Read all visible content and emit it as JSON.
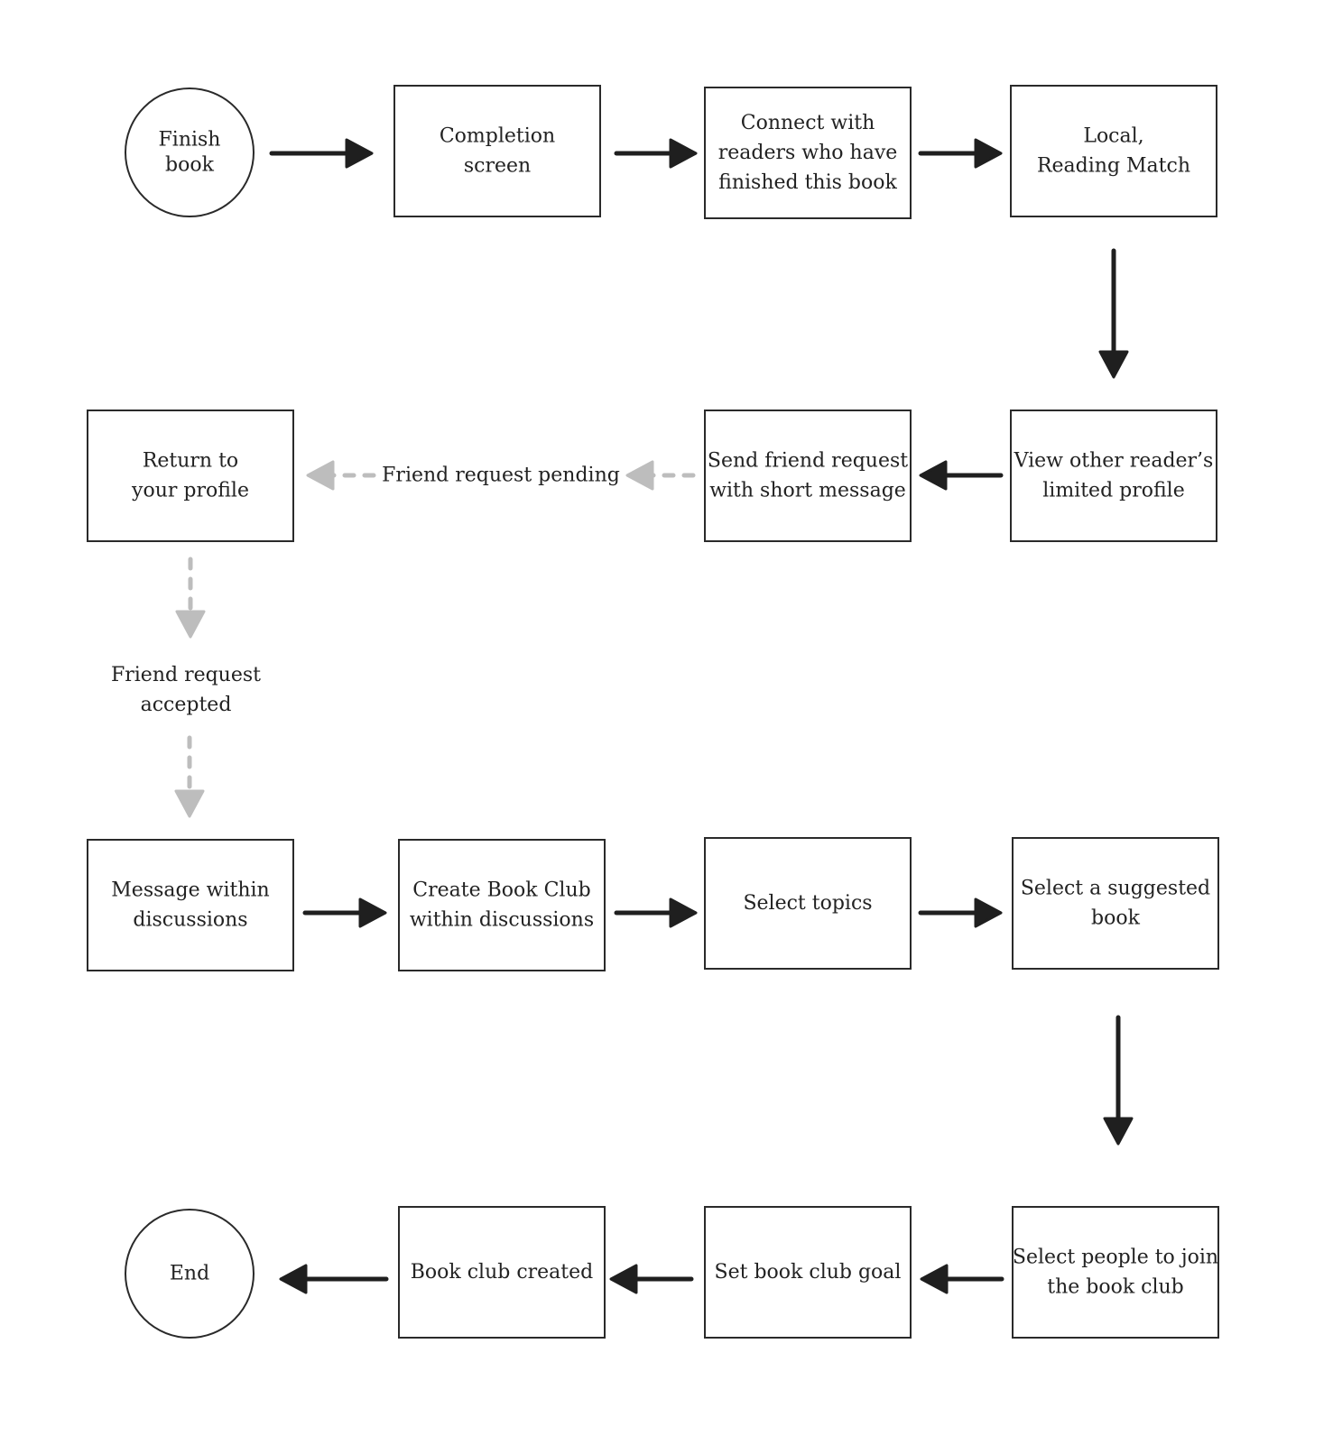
{
  "diagram": {
    "nodes": [
      {
        "id": "finish-book",
        "shape": "circle",
        "lines": [
          "Finish",
          "book"
        ]
      },
      {
        "id": "completion-screen",
        "shape": "rect",
        "lines": [
          "Completion",
          "screen"
        ]
      },
      {
        "id": "connect-readers",
        "shape": "rect",
        "lines": [
          "Connect with",
          "readers who have",
          "finished this book"
        ]
      },
      {
        "id": "local-reading-match",
        "shape": "rect",
        "lines": [
          "Local,",
          "Reading Match"
        ]
      },
      {
        "id": "view-limited-profile",
        "shape": "rect",
        "lines": [
          "View other reader’s",
          "limited profile"
        ]
      },
      {
        "id": "send-friend-request",
        "shape": "rect",
        "lines": [
          "Send friend request",
          "with short message"
        ]
      },
      {
        "id": "return-to-profile",
        "shape": "rect",
        "lines": [
          "Return to",
          "your profile"
        ]
      },
      {
        "id": "message-within-discussions",
        "shape": "rect",
        "lines": [
          "Message within",
          "discussions"
        ]
      },
      {
        "id": "create-book-club",
        "shape": "rect",
        "lines": [
          "Create Book Club",
          "within discussions"
        ]
      },
      {
        "id": "select-topics",
        "shape": "rect",
        "lines": [
          "Select topics"
        ]
      },
      {
        "id": "select-suggested-book",
        "shape": "rect",
        "lines": [
          "Select a suggested",
          "book"
        ]
      },
      {
        "id": "select-people",
        "shape": "rect",
        "lines": [
          "Select people to join",
          "the book club"
        ]
      },
      {
        "id": "set-book-club-goal",
        "shape": "rect",
        "lines": [
          "Set book club goal"
        ]
      },
      {
        "id": "book-club-created",
        "shape": "rect",
        "lines": [
          "Book club created"
        ]
      },
      {
        "id": "end",
        "shape": "circle",
        "lines": [
          "End"
        ]
      }
    ],
    "labels": [
      {
        "id": "friend-request-pending",
        "lines": [
          "Friend request pending"
        ]
      },
      {
        "id": "friend-request-accepted",
        "lines": [
          "Friend request",
          "accepted"
        ]
      }
    ],
    "edges": [
      {
        "from": "finish-book",
        "to": "completion-screen",
        "style": "solid"
      },
      {
        "from": "completion-screen",
        "to": "connect-readers",
        "style": "solid"
      },
      {
        "from": "connect-readers",
        "to": "local-reading-match",
        "style": "solid"
      },
      {
        "from": "local-reading-match",
        "to": "view-limited-profile",
        "style": "solid"
      },
      {
        "from": "view-limited-profile",
        "to": "send-friend-request",
        "style": "solid"
      },
      {
        "from": "send-friend-request",
        "to": "friend-request-pending",
        "style": "dashed"
      },
      {
        "from": "friend-request-pending",
        "to": "return-to-profile",
        "style": "dashed"
      },
      {
        "from": "return-to-profile",
        "to": "friend-request-accepted",
        "style": "dashed"
      },
      {
        "from": "friend-request-accepted",
        "to": "message-within-discussions",
        "style": "dashed"
      },
      {
        "from": "message-within-discussions",
        "to": "create-book-club",
        "style": "solid"
      },
      {
        "from": "create-book-club",
        "to": "select-topics",
        "style": "solid"
      },
      {
        "from": "select-topics",
        "to": "select-suggested-book",
        "style": "solid"
      },
      {
        "from": "select-suggested-book",
        "to": "select-people",
        "style": "solid"
      },
      {
        "from": "select-people",
        "to": "set-book-club-goal",
        "style": "solid"
      },
      {
        "from": "set-book-club-goal",
        "to": "book-club-created",
        "style": "solid"
      },
      {
        "from": "book-club-created",
        "to": "end",
        "style": "solid"
      }
    ],
    "colors": {
      "solid_edge": "#1f1f1f",
      "dashed_edge": "#bdbdbd",
      "node_border": "#2a2a2a",
      "text": "#222222",
      "background": "#ffffff"
    }
  }
}
